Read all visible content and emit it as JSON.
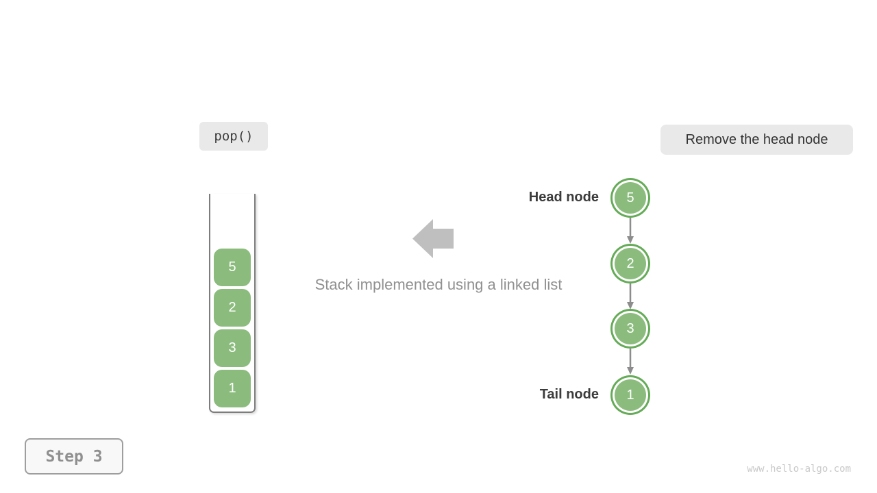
{
  "operation_badge": {
    "label": "pop()"
  },
  "action_badge": {
    "label": "Remove the head node"
  },
  "stack": {
    "items": [
      "5",
      "2",
      "3",
      "1"
    ]
  },
  "caption": {
    "text": "Stack implemented using a linked list"
  },
  "linked_list": {
    "head_label": "Head node",
    "tail_label": "Tail node",
    "nodes": [
      "5",
      "2",
      "3",
      "1"
    ]
  },
  "step_badge": {
    "label": "Step 3"
  },
  "watermark": {
    "text": "www.hello-algo.com"
  },
  "icons": {
    "direction_arrow": "left-block-arrow",
    "link_arrow": "down-arrow"
  },
  "colors": {
    "node_green": "#8bbc7d",
    "node_ring_green": "#65ab58",
    "badge_gray": "#e9e9e9",
    "container_border_gray": "#7d7d7d",
    "big_arrow_gray": "#bfbfbf",
    "connector_gray": "#8c8c8c",
    "text_dark": "#3b3b3b",
    "text_muted": "#909090",
    "watermark_gray": "#c9c9c9"
  }
}
